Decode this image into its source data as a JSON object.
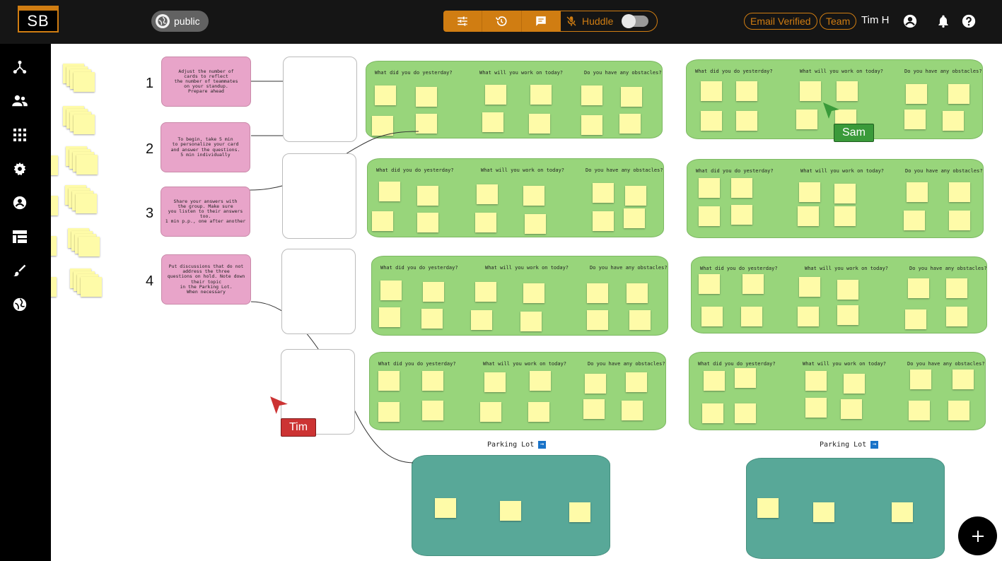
{
  "app": {
    "logo": "SB",
    "visibility": "public",
    "huddle_label": "Huddle",
    "email_badge": "Email Verified",
    "team_badge": "Team",
    "user_name": "Tim H"
  },
  "colors": {
    "accent": "#d07d12",
    "sticky": "#fefba8",
    "step_card": "#e8a4c9",
    "board": "#98d57b",
    "parking": "#58a898",
    "cursor_sam": "#3a9a3a",
    "cursor_tim": "#cc3333"
  },
  "toolbar_icons": [
    "sliders-icon",
    "history-icon",
    "chat-icon",
    "mic-off-icon"
  ],
  "sidebar_icons": [
    "share-nodes-icon",
    "people-icon",
    "grid-icon",
    "gear-icon",
    "account-circle-icon",
    "table-icon",
    "brush-icon",
    "globe-icon"
  ],
  "steps": [
    {
      "number": "1",
      "text": "Adjust the number of\ncards to reflect\nthe number of teammates\non your standup.\nPrepare ahead"
    },
    {
      "number": "2",
      "text": "To begin, take 5 min\nto personalize your card\nand answer the questions.\n5 min individually"
    },
    {
      "number": "3",
      "text": "Share your answers with\nthe group. Make sure\nyou listen to their answers too.\n1 min p.p., one after another"
    },
    {
      "number": "4",
      "text": "Put discussions that do not\naddress the three\nquestions on hold. Note down\ntheir topic\nin the Parking Lot.\nWhen necessary"
    }
  ],
  "board_questions": [
    "What did you do yesterday?",
    "What will you work on today?",
    "Do you have any obstacles?"
  ],
  "parking_label": "Parking Lot",
  "cursors": {
    "sam": "Sam",
    "tim": "Tim"
  }
}
